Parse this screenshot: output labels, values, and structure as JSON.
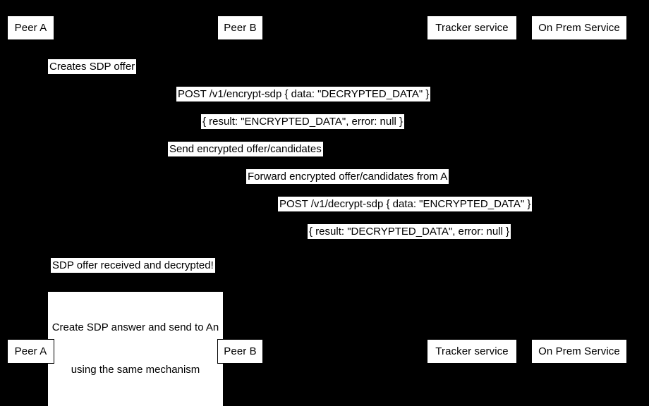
{
  "diagram": {
    "type": "sequence-diagram",
    "background_color": "#000000",
    "label_background_color": "#ffffff",
    "label_text_color": "#000000",
    "participants": [
      {
        "id": "peer-a",
        "label": "Peer A"
      },
      {
        "id": "peer-b",
        "label": "Peer B"
      },
      {
        "id": "tracker-service",
        "label": "Tracker service"
      },
      {
        "id": "on-prem-service",
        "label": "On Prem Service"
      }
    ],
    "messages": [
      {
        "id": "creates-sdp-offer",
        "text": "Creates SDP offer",
        "from": "peer-a",
        "to": "peer-a",
        "kind": "self"
      },
      {
        "id": "post-encrypt-sdp",
        "text": "POST /v1/encrypt-sdp { data: \"DECRYPTED_DATA\" }",
        "from": "peer-a",
        "to": "on-prem-service",
        "kind": "request"
      },
      {
        "id": "encrypt-sdp-result",
        "text": "{ result: \"ENCRYPTED_DATA\", error: null }",
        "from": "on-prem-service",
        "to": "peer-a",
        "kind": "response"
      },
      {
        "id": "send-encrypted-offer",
        "text": "Send encrypted offer/candidates",
        "from": "peer-a",
        "to": "tracker-service",
        "kind": "request"
      },
      {
        "id": "forward-encrypted-offer",
        "text": "Forward encrypted offer/candidates from A",
        "from": "tracker-service",
        "to": "peer-b",
        "kind": "request"
      },
      {
        "id": "post-decrypt-sdp",
        "text": "POST /v1/decrypt-sdp { data: \"ENCRYPTED_DATA\" }",
        "from": "peer-b",
        "to": "on-prem-service",
        "kind": "request"
      },
      {
        "id": "decrypt-sdp-result",
        "text": "{ result: \"DECRYPTED_DATA\", error: null }",
        "from": "on-prem-service",
        "to": "peer-b",
        "kind": "response"
      },
      {
        "id": "sdp-offer-received",
        "text": "SDP offer received and decrypted!",
        "from": "peer-b",
        "to": "peer-b",
        "kind": "self"
      },
      {
        "id": "create-sdp-answer",
        "line1": "Create SDP answer and send to An",
        "line2": "using the same mechanism",
        "from": "peer-b",
        "to": "peer-b",
        "kind": "self"
      }
    ]
  }
}
